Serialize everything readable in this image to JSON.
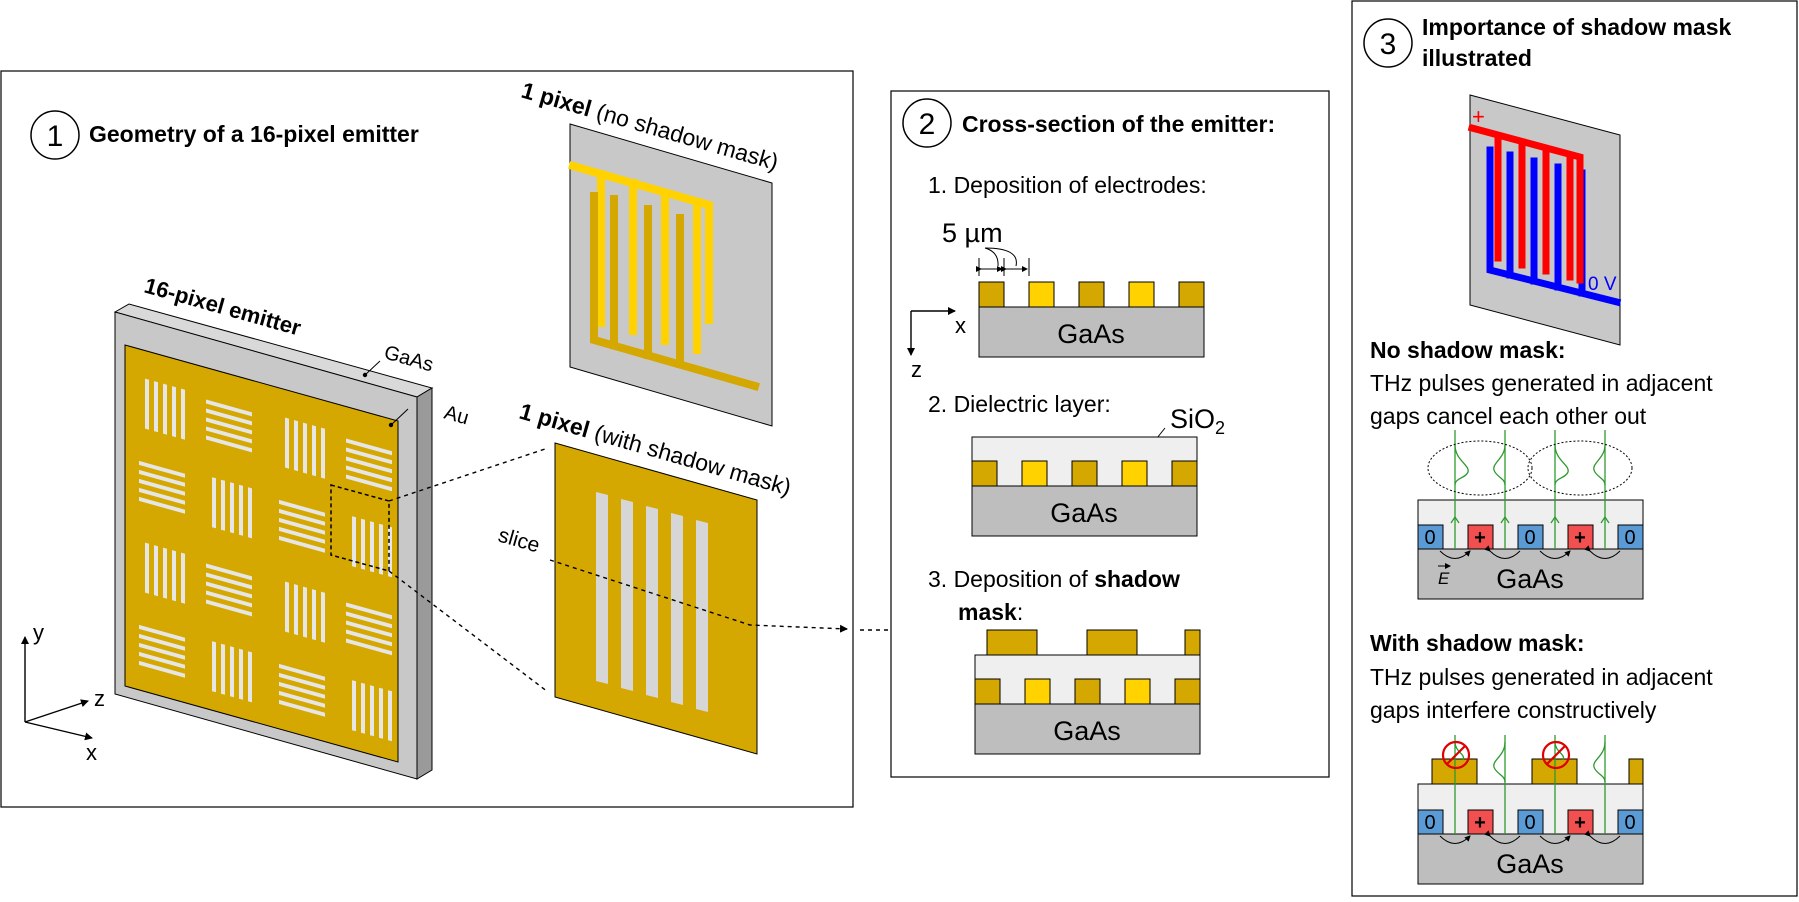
{
  "panel1": {
    "number": "1",
    "title": "Geometry of a 16-pixel emitter",
    "emitter_label": "16-pixel emitter",
    "gaas": "GaAs",
    "au": "Au",
    "pixel_bold": "1 pixel",
    "no_mask": "(no shadow mask)",
    "with_mask": "(with shadow mask)",
    "slice": "slice",
    "axis_x": "x",
    "axis_y": "y",
    "axis_z": "z"
  },
  "panel2": {
    "number": "2",
    "title": "Cross-section of the emitter:",
    "step1": "1. Deposition of electrodes:",
    "dimension": "5 µm",
    "axis_x": "x",
    "axis_z": "z",
    "gaas": "GaAs",
    "step2": "2. Dielectric layer:",
    "sio2": "SiO",
    "sio2_sub": "2",
    "step3_prefix": "3. Deposition of ",
    "step3_bold1": "shadow",
    "step3_bold2": "mask",
    "step3_suffix": ":"
  },
  "panel3": {
    "number": "3",
    "title_line1": "Importance of shadow mask",
    "title_line2": "illustrated",
    "plus": "+",
    "zero_v": "0 V",
    "no_mask_heading": "No shadow mask:",
    "no_mask_line1": "THz pulses generated in adjacent",
    "no_mask_line2": "gaps cancel each other out",
    "with_mask_heading": "With shadow mask:",
    "with_mask_line1": "THz pulses generated in adjacent",
    "with_mask_line2": "gaps interfere constructively",
    "zero": "0",
    "plus_sign": "+",
    "efield": "E",
    "gaas": "GaAs"
  },
  "colors": {
    "gold": "#D4A800",
    "bright_gold": "#FFD200",
    "gaas_gray": "#BEBEBE",
    "sio2": "#EFEFEF",
    "positive_red": "#F25050",
    "zero_blue": "#5B9BD5",
    "field_green": "#2E9A2E"
  }
}
